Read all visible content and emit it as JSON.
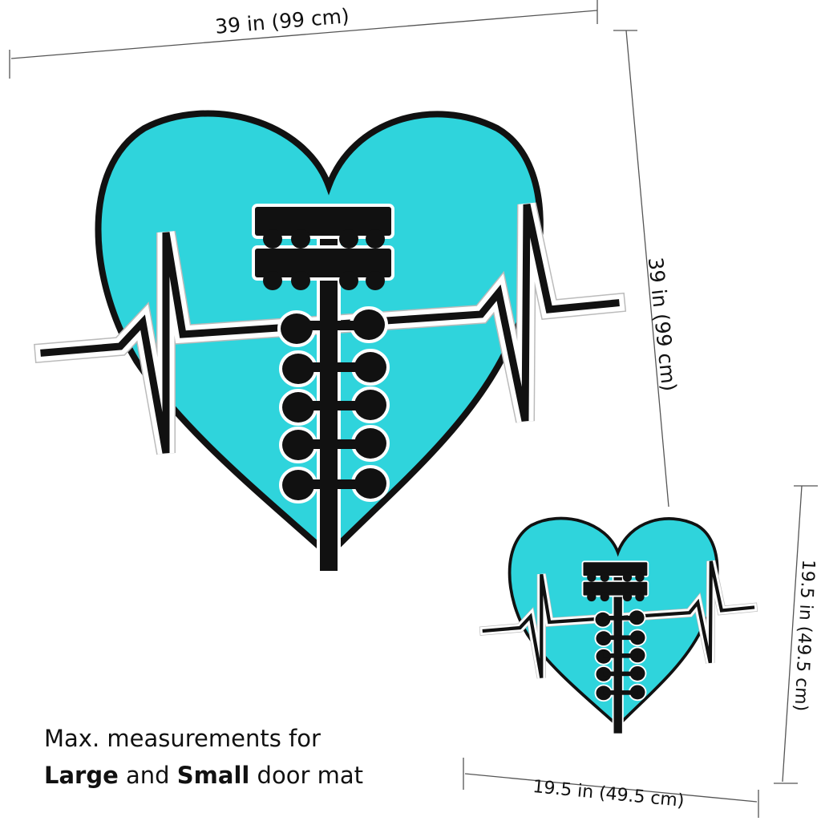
{
  "dimensions": {
    "large_width": "39 in (99 cm)",
    "large_height": "39 in (99 cm)",
    "small_width": "19.5 in (49.5 cm)",
    "small_height": "19.5 in (49.5 cm)"
  },
  "caption": {
    "line1": "Max. measurements for",
    "large": "Large",
    "and": " and ",
    "small": "Small",
    "rest": " door mat"
  },
  "colors": {
    "heart_fill": "#2fd4dc",
    "outline": "#111111"
  }
}
